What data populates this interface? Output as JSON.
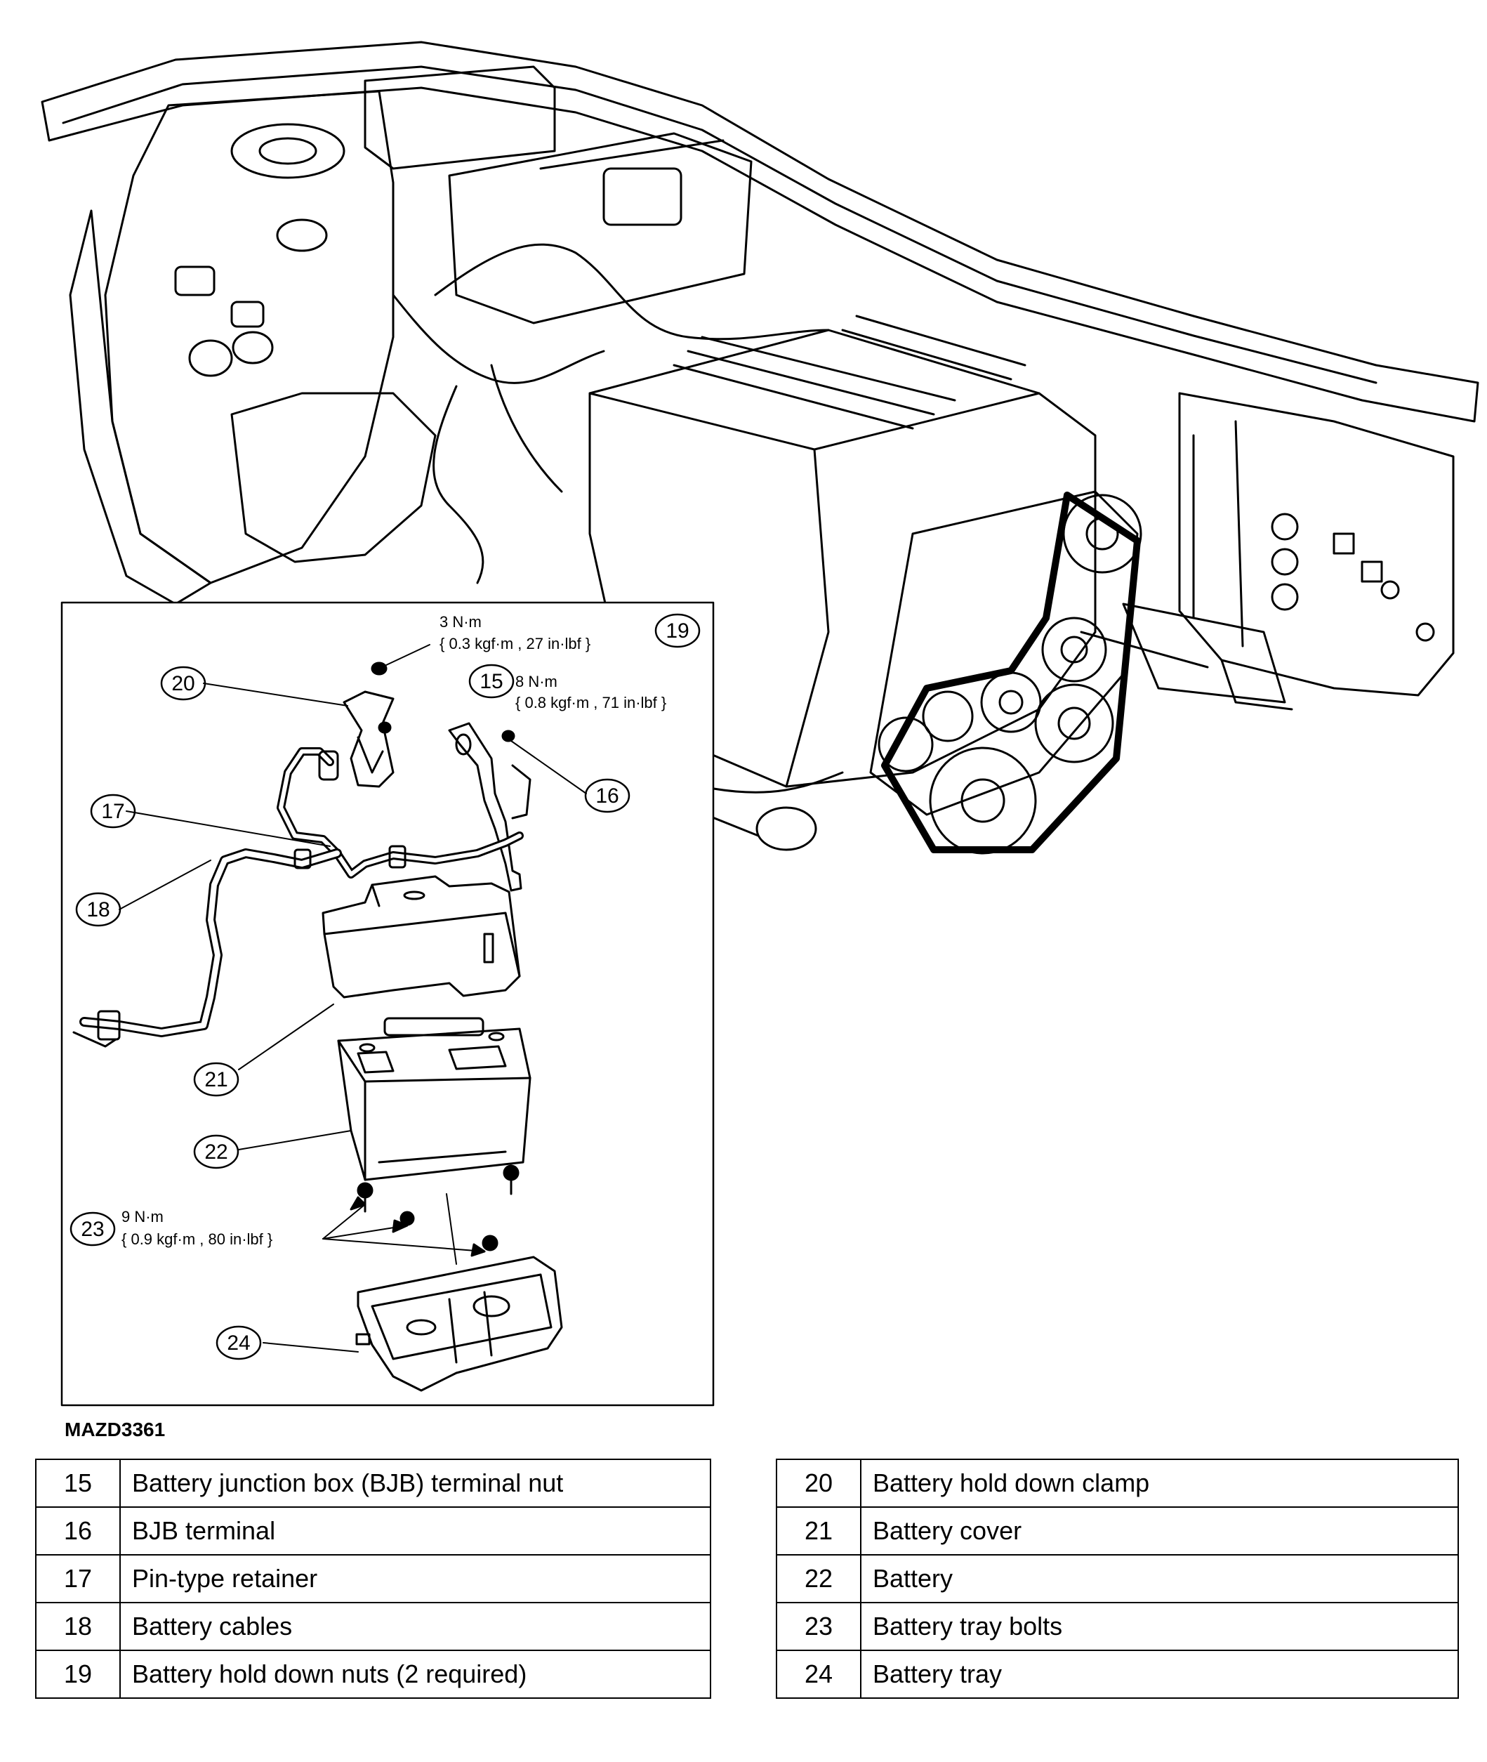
{
  "figure_code": "MAZD3361",
  "callouts": {
    "c15": "15",
    "c16": "16",
    "c17": "17",
    "c18": "18",
    "c19": "19",
    "c20": "20",
    "c21": "21",
    "c22": "22",
    "c23": "23",
    "c24": "24"
  },
  "torque": {
    "t19_line1": "3 N·m",
    "t19_line2": "{ 0.3 kgf·m , 27 in·lbf }",
    "t15_line1": "8 N·m",
    "t15_line2": "{ 0.8 kgf·m , 71 in·lbf }",
    "t23_line1": "9 N·m",
    "t23_line2": "{ 0.9 kgf·m , 80 in·lbf }"
  },
  "legend_left": [
    {
      "num": "15",
      "desc": "Battery junction box (BJB) terminal nut"
    },
    {
      "num": "16",
      "desc": "BJB terminal"
    },
    {
      "num": "17",
      "desc": "Pin-type retainer"
    },
    {
      "num": "18",
      "desc": "Battery cables"
    },
    {
      "num": "19",
      "desc": "Battery hold down nuts (2 required)"
    }
  ],
  "legend_right": [
    {
      "num": "20",
      "desc": "Battery hold down clamp"
    },
    {
      "num": "21",
      "desc": "Battery cover"
    },
    {
      "num": "22",
      "desc": "Battery"
    },
    {
      "num": "23",
      "desc": "Battery tray bolts"
    },
    {
      "num": "24",
      "desc": "Battery tray"
    }
  ]
}
